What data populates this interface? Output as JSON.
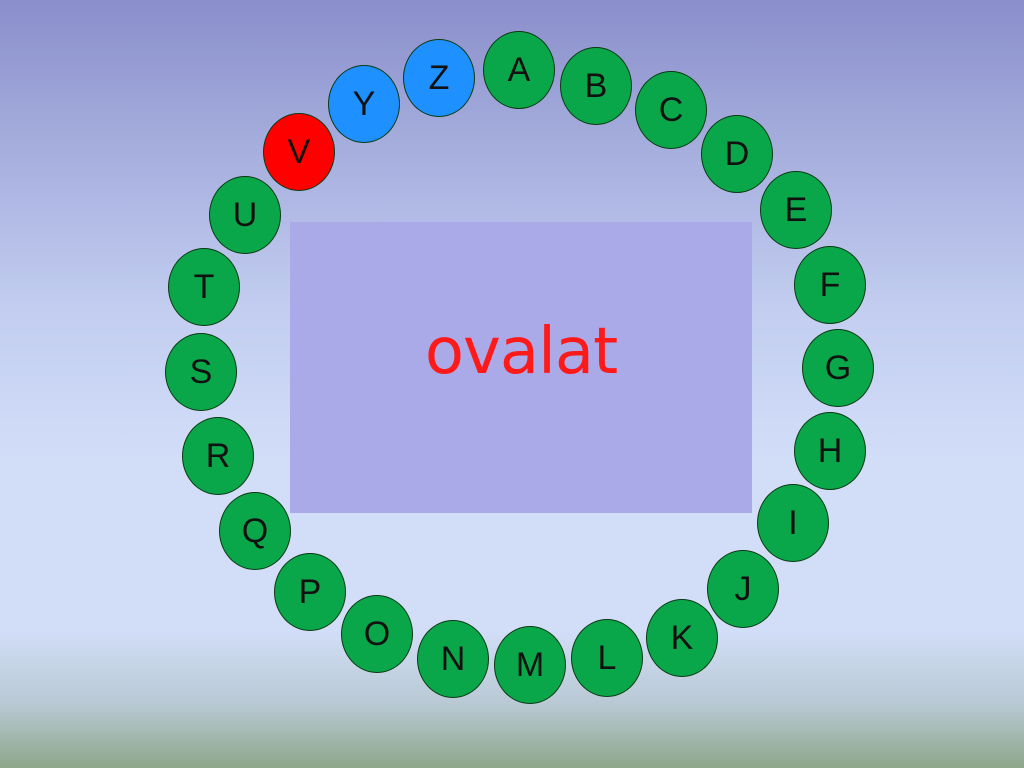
{
  "title": {
    "text": "ovalat"
  },
  "colors": {
    "normal": "#0aa64a",
    "selected": "#ff0000",
    "highlight": "#1e90ff",
    "title": "#ff1a1a",
    "panel": "#aaaae9"
  },
  "letters": [
    {
      "label": "A",
      "state": "normal"
    },
    {
      "label": "B",
      "state": "normal"
    },
    {
      "label": "C",
      "state": "normal"
    },
    {
      "label": "D",
      "state": "normal"
    },
    {
      "label": "E",
      "state": "normal"
    },
    {
      "label": "F",
      "state": "normal"
    },
    {
      "label": "G",
      "state": "normal"
    },
    {
      "label": "H",
      "state": "normal"
    },
    {
      "label": "I",
      "state": "normal"
    },
    {
      "label": "J",
      "state": "normal"
    },
    {
      "label": "K",
      "state": "normal"
    },
    {
      "label": "L",
      "state": "normal"
    },
    {
      "label": "M",
      "state": "normal"
    },
    {
      "label": "N",
      "state": "normal"
    },
    {
      "label": "O",
      "state": "normal"
    },
    {
      "label": "P",
      "state": "normal"
    },
    {
      "label": "Q",
      "state": "normal"
    },
    {
      "label": "R",
      "state": "normal"
    },
    {
      "label": "S",
      "state": "normal"
    },
    {
      "label": "T",
      "state": "normal"
    },
    {
      "label": "U",
      "state": "normal"
    },
    {
      "label": "V",
      "state": "selected"
    },
    {
      "label": "Y",
      "state": "highlight"
    },
    {
      "label": "Z",
      "state": "highlight"
    }
  ]
}
